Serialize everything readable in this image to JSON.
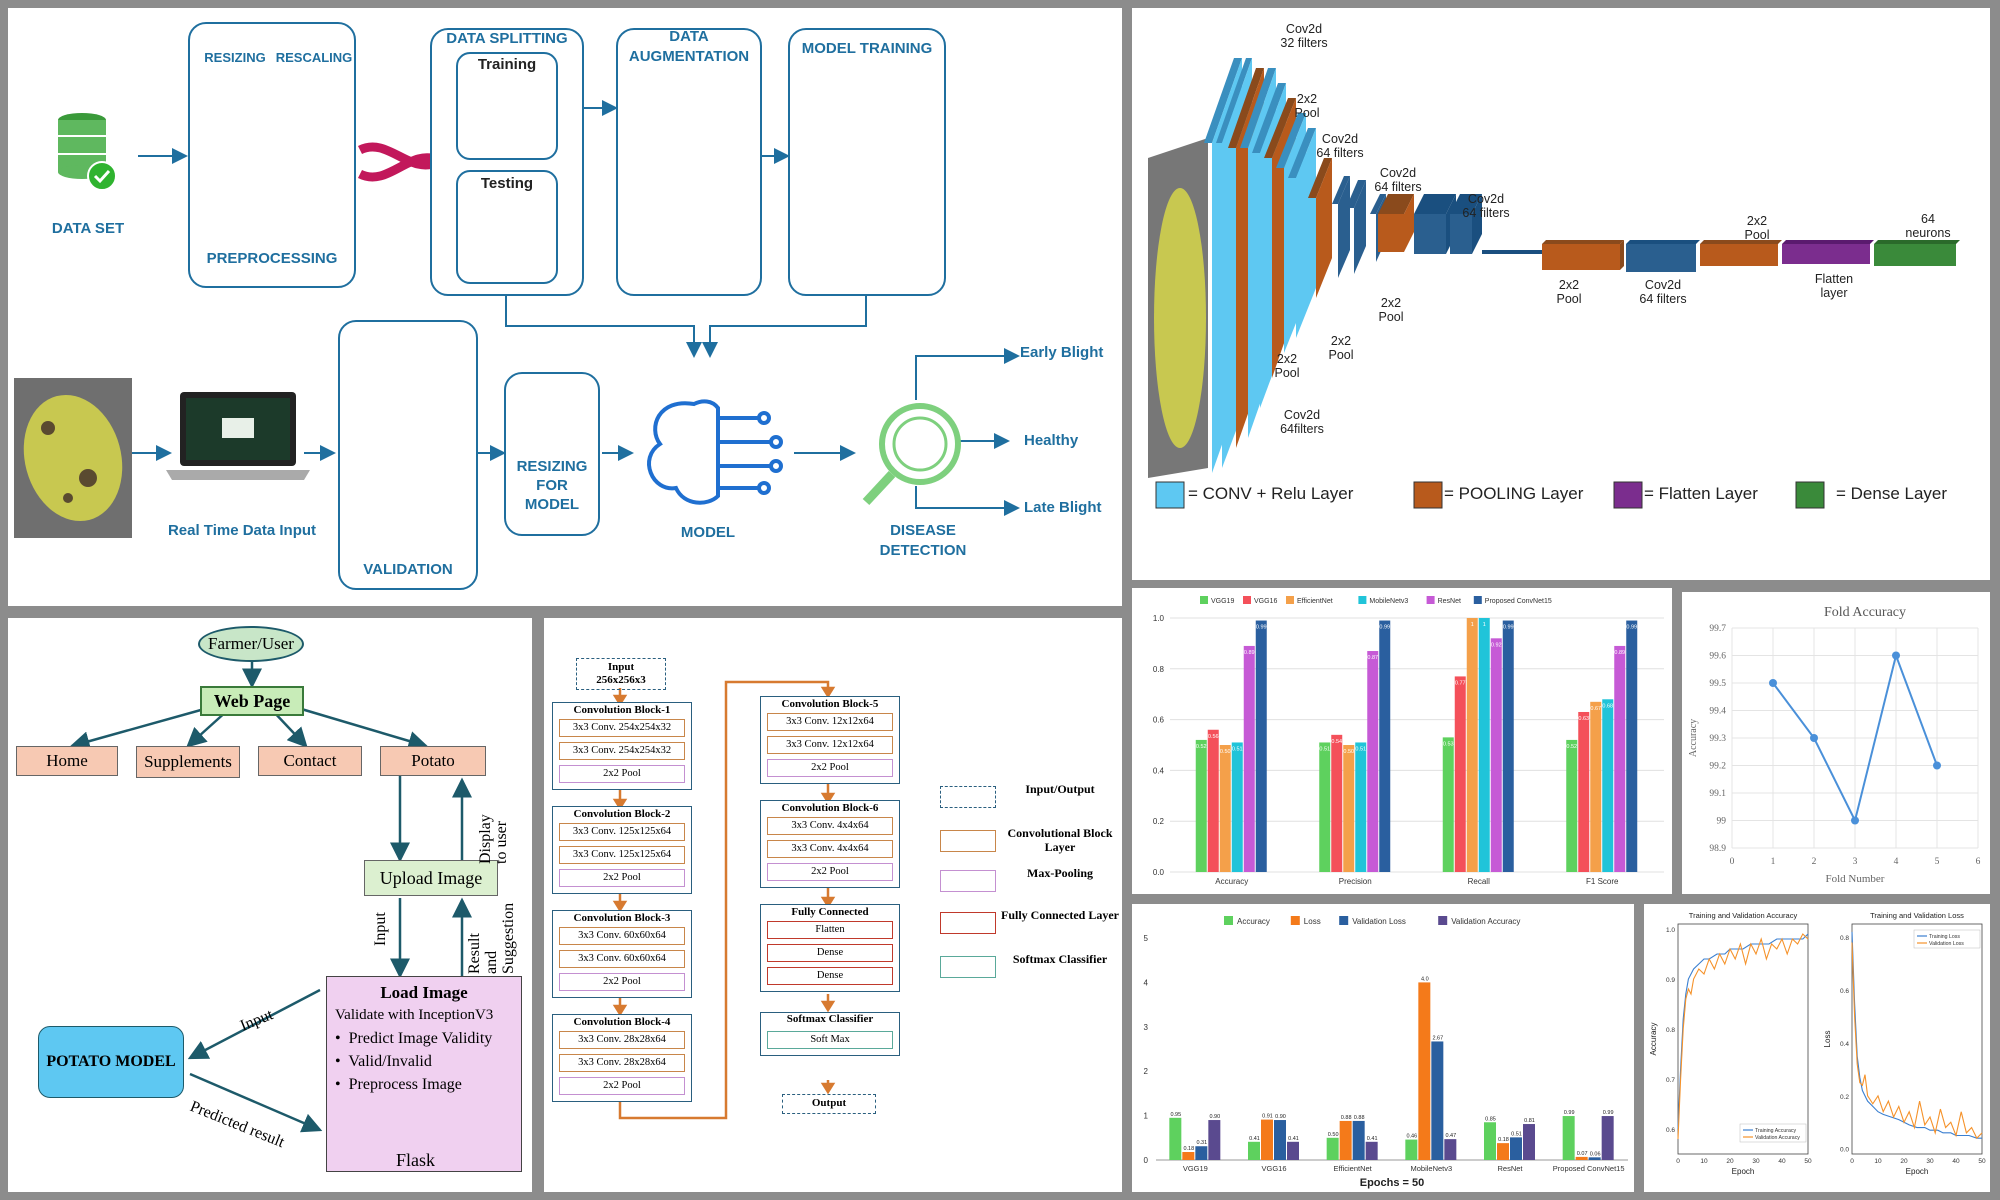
{
  "pipeline": {
    "dataset": "DATA SET",
    "resizing": "RESIZING",
    "rescaling": "RESCALING",
    "preprocessing": "PREPROCESSING",
    "data_splitting": "DATA SPLITTING",
    "training": "Training",
    "testing": "Testing",
    "augmentation_l1": "DATA",
    "augmentation_l2": "AUGMENTATION",
    "model_training": "MODEL TRAINING",
    "realtime_input": "Real Time Data Input",
    "validation": "VALIDATION",
    "resize_l1": "RESIZING",
    "resize_l2": "FOR",
    "resize_l3": "MODEL",
    "model": "MODEL",
    "detect_l1": "DISEASE",
    "detect_l2": "DETECTION",
    "out_early": "Early Blight",
    "out_healthy": "Healthy",
    "out_late": "Late Blight",
    "colors": {
      "accent": "#1f6f9f",
      "salmon": "#f4a582",
      "green": "#7ee07e",
      "arrow": "#c2185b"
    }
  },
  "cnn": {
    "l1a": "Cov2d",
    "l1b": "32 filters",
    "p1a": "2x2",
    "p1b": "Pool",
    "l2a": "Cov2d",
    "l2b": "64 filters",
    "l3a": "Cov2d",
    "l3b": "64 filters",
    "l4a": "Cov2d",
    "l4b": "64 filters",
    "p2a": "2x2",
    "p2b": "Pool",
    "p3a": "2x2",
    "p3b": "Pool",
    "p4a": "2x2",
    "p4b": "Pool",
    "p5a": "2x2",
    "p5b": "Pool",
    "p6a": "2x2",
    "p6b": "Pool",
    "l5a": "Cov2d",
    "l5b": "64 filters",
    "l6a": "Cov2d",
    "l6b": "64filters",
    "flatten_a": "Flatten",
    "flatten_b": "layer",
    "dense_a": "64",
    "dense_b": "neurons",
    "legend_conv": "= CONV + Relu Layer",
    "legend_pool": "= POOLING Layer",
    "legend_flatten": "= Flatten Layer",
    "legend_dense": "= Dense Layer",
    "colors": {
      "conv": "#5ec8f2",
      "pool": "#b85a1c",
      "flatten": "#7b2d8e",
      "dense": "#3a8a3a",
      "navy": "#2a5f8f"
    }
  },
  "flow": {
    "farmer": "Farmer/User",
    "webpage": "Web Page",
    "home": "Home",
    "supplements": "Supplements",
    "contact": "Contact",
    "potato": "Potato",
    "upload": "Upload Image",
    "display_l1": "Display",
    "display_l2": "to user",
    "input1": "Input",
    "result_l1": "Result",
    "result_l2": "and",
    "result_l3": "Suggestion",
    "load_title": "Load Image",
    "validate": "Validate with InceptionV3",
    "b1": "Predict Image Validity",
    "b2": "Valid/Invalid",
    "b3": "Preprocess Image",
    "flask": "Flask",
    "potato_model": "POTATO MODEL",
    "input2": "Input",
    "predicted": "Predicted result"
  },
  "arch": {
    "input": [
      "Input",
      "256x256x3"
    ],
    "blocks_left": [
      {
        "title": "Convolution  Block-1",
        "rows": [
          "3x3 Conv.  254x254x32",
          "3x3 Conv.  254x254x32",
          "2x2 Pool"
        ]
      },
      {
        "title": "Convolution  Block-2",
        "rows": [
          "3x3 Conv.  125x125x64",
          "3x3 Conv.  125x125x64",
          "2x2 Pool"
        ]
      },
      {
        "title": "Convolution  Block-3",
        "rows": [
          "3x3 Conv.  60x60x64",
          "3x3 Conv.  60x60x64",
          "2x2 Pool"
        ]
      },
      {
        "title": "Convolution  Block-4",
        "rows": [
          "3x3 Conv.  28x28x64",
          "3x3 Conv.  28x28x64",
          "2x2 Pool"
        ]
      }
    ],
    "blocks_right": [
      {
        "title": "Convolution  Block-5",
        "rows": [
          "3x3 Conv.  12x12x64",
          "3x3 Conv.  12x12x64",
          "2x2 Pool"
        ]
      },
      {
        "title": "Convolution  Block-6",
        "rows": [
          "3x3 Conv.  4x4x64",
          "3x3 Conv.  4x4x64",
          "2x2 Pool"
        ]
      },
      {
        "title": "Fully  Connected",
        "rows": [
          "Flatten",
          "Dense",
          "Dense"
        ]
      }
    ],
    "softmax_title": "Softmax  Classifier",
    "softmax_row": "Soft Max",
    "output": "Output",
    "legend": [
      {
        "label": "Input/Output",
        "color": "#2a5f7f",
        "dashed": true
      },
      {
        "label": "Convolutional Block Layer",
        "color": "#c8864a",
        "dashed": false
      },
      {
        "label": "Max-Pooling",
        "color": "#c490d1",
        "dashed": false
      },
      {
        "label": "Fully Connected Layer",
        "color": "#c0392b",
        "dashed": false
      },
      {
        "label": "Softmax Classifier",
        "color": "#5aa99a",
        "dashed": false
      }
    ]
  },
  "chart_data": [
    {
      "type": "bar",
      "categories": [
        "Accuracy",
        "Precision",
        "Recall",
        "F1 Score"
      ],
      "series": [
        {
          "name": "VGG19",
          "color": "#5ed15e",
          "values": [
            0.52,
            0.51,
            0.53,
            0.52
          ]
        },
        {
          "name": "VGG16",
          "color": "#f4505a",
          "values": [
            0.56,
            0.54,
            0.77,
            0.63
          ]
        },
        {
          "name": "EfficientNet",
          "color": "#f4a04a",
          "values": [
            0.5,
            0.5,
            1,
            0.67
          ]
        },
        {
          "name": "MobileNetv3",
          "color": "#20c4d9",
          "values": [
            0.51,
            0.51,
            1,
            0.68
          ]
        },
        {
          "name": "ResNet",
          "color": "#c65ad6",
          "values": [
            0.89,
            0.87,
            0.92,
            0.89
          ]
        },
        {
          "name": "Proposed ConvNet15",
          "color": "#2a5f9f",
          "values": [
            0.99,
            0.99,
            0.99,
            0.99
          ]
        }
      ],
      "labels": [
        [
          "0.52",
          "0.56",
          "0.50",
          "0.51",
          "0.89",
          "0.99"
        ],
        [
          "0.51",
          "0.54",
          "0.50",
          "0.51",
          "0.87",
          "0.99"
        ],
        [
          "0.53",
          "0.77",
          "1",
          "1",
          "0.92",
          "0.99"
        ],
        [
          "0.52",
          "0.63",
          "0.67",
          "0.68",
          "0.89",
          "0.99"
        ]
      ],
      "ylim": [
        0,
        1
      ],
      "yticks": [
        "0.0",
        "0.2",
        "0.4",
        "0.6",
        "0.8",
        "1.0"
      ],
      "legend": "top"
    },
    {
      "type": "line",
      "title": "Fold Accuracy",
      "xlabel": "Fold Number",
      "ylabel": "Accuracy",
      "x": [
        1,
        2,
        3,
        4,
        5
      ],
      "y": [
        99.5,
        99.3,
        99.0,
        99.6,
        99.2
      ],
      "xlim": [
        0,
        6
      ],
      "ylim": [
        98.9,
        99.7
      ],
      "xticks": [
        "0",
        "1",
        "2",
        "3",
        "4",
        "5",
        "6"
      ],
      "yticks": [
        "98.9",
        "99",
        "99.1",
        "99.2",
        "99.3",
        "99.4",
        "99.5",
        "99.6",
        "99.7"
      ],
      "color": "#4a90d9"
    },
    {
      "type": "bar",
      "xlabel": "Epochs = 50",
      "categories": [
        "VGG19",
        "VGG16",
        "EfficientNet",
        "MobileNetv3",
        "ResNet",
        "Proposed ConvNet15"
      ],
      "series": [
        {
          "name": "Accuracy",
          "color": "#5ed15e",
          "values": [
            0.95,
            0.41,
            0.5,
            0.46,
            0.85,
            0.99
          ]
        },
        {
          "name": "Loss",
          "color": "#f47a1a",
          "values": [
            0.18,
            0.91,
            0.88,
            4.0,
            0.38,
            0.07
          ]
        },
        {
          "name": "Validation Loss",
          "color": "#2a5f9f",
          "values": [
            0.31,
            0.9,
            0.88,
            2.67,
            0.51,
            0.06
          ]
        },
        {
          "name": "Validation Accuracy",
          "color": "#5a4a8f",
          "values": [
            0.9,
            0.41,
            0.41,
            0.47,
            0.81,
            0.99
          ]
        }
      ],
      "labels": [
        [
          "0.95",
          "0.18",
          "0.31",
          "0.90"
        ],
        [
          "0.41",
          "0.91",
          "0.90",
          "0.41"
        ],
        [
          "0.50",
          "0.88",
          "0.88",
          "0.41"
        ],
        [
          "0.46",
          "4.0",
          "2.67",
          "0.47"
        ],
        [
          "0.85",
          "0.18",
          "0.51",
          "0.81"
        ],
        [
          "0.99",
          "0.07",
          "0.06",
          "0.99"
        ]
      ],
      "ylim": [
        0,
        5
      ],
      "yticks": [
        "0",
        "1",
        "2",
        "3",
        "4",
        "5"
      ],
      "legend": "top"
    },
    {
      "type": "line",
      "title": "Training and Validation Accuracy",
      "xlabel": "Epoch",
      "ylabel": "Accuracy",
      "xticks": [
        "0",
        "10",
        "20",
        "30",
        "40",
        "50"
      ],
      "yticks": [
        "0.6",
        "0.7",
        "0.8",
        "0.9",
        "1.0"
      ],
      "xlim": [
        0,
        50
      ],
      "ylim": [
        0.55,
        1.01
      ],
      "series": [
        {
          "name": "Training Accuracy",
          "color": "#3a7fd0",
          "x": [
            0,
            1,
            2,
            3,
            4,
            5,
            6,
            8,
            10,
            12,
            15,
            18,
            20,
            22,
            25,
            28,
            30,
            33,
            35,
            38,
            40,
            43,
            45,
            48,
            50
          ],
          "y": [
            0.6,
            0.72,
            0.82,
            0.87,
            0.9,
            0.91,
            0.92,
            0.93,
            0.94,
            0.94,
            0.95,
            0.95,
            0.96,
            0.96,
            0.96,
            0.97,
            0.97,
            0.97,
            0.97,
            0.98,
            0.98,
            0.98,
            0.98,
            0.98,
            0.99
          ]
        },
        {
          "name": "Validation Accuracy",
          "color": "#f5922a",
          "x": [
            0,
            1,
            2,
            3,
            4,
            5,
            6,
            8,
            10,
            12,
            14,
            16,
            18,
            20,
            22,
            24,
            26,
            28,
            30,
            32,
            34,
            36,
            38,
            40,
            42,
            44,
            46,
            48,
            50
          ],
          "y": [
            0.58,
            0.7,
            0.8,
            0.86,
            0.88,
            0.87,
            0.9,
            0.92,
            0.91,
            0.94,
            0.92,
            0.95,
            0.93,
            0.96,
            0.94,
            0.97,
            0.93,
            0.97,
            0.95,
            0.98,
            0.94,
            0.97,
            0.96,
            0.98,
            0.95,
            0.98,
            0.97,
            0.99,
            0.98
          ]
        }
      ],
      "legend": "bottom-right"
    },
    {
      "type": "line",
      "title": "Training and Validation Loss",
      "xlabel": "Epoch",
      "ylabel": "Loss",
      "xticks": [
        "0",
        "10",
        "20",
        "30",
        "40",
        "50"
      ],
      "yticks": [
        "0.0",
        "0.2",
        "0.4",
        "0.6",
        "0.8"
      ],
      "xlim": [
        0,
        50
      ],
      "ylim": [
        -0.02,
        0.85
      ],
      "series": [
        {
          "name": "Training Loss",
          "color": "#3a7fd0",
          "x": [
            0,
            1,
            2,
            3,
            4,
            5,
            6,
            8,
            10,
            12,
            15,
            18,
            20,
            22,
            25,
            28,
            30,
            33,
            35,
            38,
            40,
            43,
            45,
            48,
            50
          ],
          "y": [
            0.82,
            0.55,
            0.35,
            0.27,
            0.22,
            0.2,
            0.18,
            0.16,
            0.14,
            0.13,
            0.12,
            0.11,
            0.1,
            0.09,
            0.08,
            0.08,
            0.07,
            0.07,
            0.06,
            0.06,
            0.05,
            0.05,
            0.05,
            0.04,
            0.04
          ]
        },
        {
          "name": "Validation Loss",
          "color": "#f5922a",
          "x": [
            0,
            1,
            2,
            3,
            4,
            5,
            6,
            8,
            10,
            12,
            14,
            16,
            18,
            20,
            22,
            24,
            26,
            28,
            30,
            32,
            34,
            36,
            38,
            40,
            42,
            44,
            46,
            48,
            50
          ],
          "y": [
            0.78,
            0.5,
            0.32,
            0.25,
            0.24,
            0.28,
            0.2,
            0.17,
            0.2,
            0.14,
            0.18,
            0.12,
            0.16,
            0.1,
            0.14,
            0.08,
            0.18,
            0.09,
            0.12,
            0.06,
            0.15,
            0.08,
            0.1,
            0.05,
            0.14,
            0.06,
            0.08,
            0.04,
            0.06
          ]
        }
      ],
      "legend": "top-right"
    }
  ]
}
